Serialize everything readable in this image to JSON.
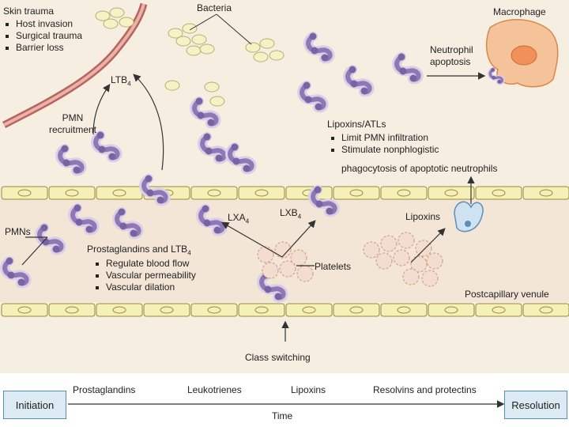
{
  "labels": {
    "skin_trauma": "Skin trauma",
    "skin_trauma_items": [
      "Host invasion",
      "Surgical trauma",
      "Barrier loss"
    ],
    "bacteria": "Bacteria",
    "macrophage": "Macrophage",
    "neutrophil_apoptosis": "Neutrophil\napoptosis",
    "ltb4_top": "LTB",
    "ltb4_top_sub": "4",
    "pmn_recruitment": "PMN\nrecruitment",
    "lipoxins_atls": "Lipoxins/ATLs",
    "lipoxins_items": [
      "Limit PMN infiltration",
      "Stimulate nonphlogistic",
      "phagocytosis of apoptotic neutrophils"
    ],
    "pmns": "PMNs",
    "prostaglandins_ltb4": "Prostaglandins and LTB",
    "prostaglandins_ltb4_sub": "4",
    "prostaglandins_items": [
      "Regulate blood flow",
      "Vascular permeability",
      "Vascular dilation"
    ],
    "lxa4": "LXA",
    "lxa4_sub": "4",
    "lxb4": "LXB",
    "lxb4_sub": "4",
    "platelets": "Platelets",
    "lipoxins": "Lipoxins",
    "postcapillary_venule": "Postcapillary venule",
    "class_switching": "Class switching"
  },
  "timeline": {
    "start": "Initiation",
    "end": "Resolution",
    "axis_label": "Time",
    "phases": [
      "Prostaglandins",
      "Leukotrienes",
      "Lipoxins",
      "Resolvins and protectins"
    ]
  },
  "colors": {
    "tissue": "#f7eee2",
    "endothelium_fill": "#f5efb8",
    "endothelium_stroke": "#9a8a3a",
    "neutrophil": "#8f78b4",
    "neutrophil_halo": "#d9cfe9",
    "bacteria": "#f6f2c6",
    "platelet": "#e9c9b4",
    "macrophage": "#f2a35e",
    "vessel": "#b9635e",
    "timeline_box": "#dceaf3"
  }
}
